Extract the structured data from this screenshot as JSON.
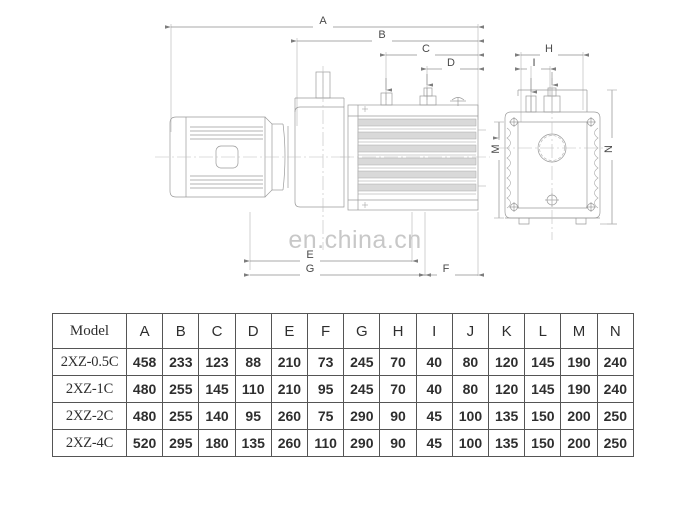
{
  "drawing": {
    "watermark": "en.china.cn",
    "side_view": {
      "name": "side-elevation",
      "dimension_labels": [
        "A",
        "B",
        "C",
        "D",
        "E",
        "F",
        "G"
      ]
    },
    "end_view": {
      "name": "end-elevation",
      "dimension_labels": [
        "H",
        "I",
        "M",
        "N"
      ]
    },
    "dimensions": {
      "A": "A",
      "B": "B",
      "C": "C",
      "D": "D",
      "E": "E",
      "F": "F",
      "G": "G",
      "H": "H",
      "I": "I",
      "M": "M",
      "N": "N"
    }
  },
  "table": {
    "model_header": "Model",
    "columns": [
      "A",
      "B",
      "C",
      "D",
      "E",
      "F",
      "G",
      "H",
      "I",
      "J",
      "K",
      "L",
      "M",
      "N"
    ],
    "rows": [
      {
        "model": "2XZ-0.5C",
        "values": [
          "458",
          "233",
          "123",
          "88",
          "210",
          "73",
          "245",
          "70",
          "40",
          "80",
          "120",
          "145",
          "190",
          "240"
        ]
      },
      {
        "model": "2XZ-1C",
        "values": [
          "480",
          "255",
          "145",
          "110",
          "210",
          "95",
          "245",
          "70",
          "40",
          "80",
          "120",
          "145",
          "190",
          "240"
        ]
      },
      {
        "model": "2XZ-2C",
        "values": [
          "480",
          "255",
          "140",
          "95",
          "260",
          "75",
          "290",
          "90",
          "45",
          "100",
          "135",
          "150",
          "200",
          "250"
        ]
      },
      {
        "model": "2XZ-4C",
        "values": [
          "520",
          "295",
          "180",
          "135",
          "260",
          "110",
          "290",
          "90",
          "45",
          "100",
          "135",
          "150",
          "200",
          "250"
        ]
      }
    ]
  },
  "colors": {
    "line": "#9a9a9a",
    "line_dark": "#6e6e6e",
    "fin_fill": "#d9d9d9",
    "table_border": "#555555",
    "text": "#2e2e2e",
    "watermark": "#c8c8c8"
  }
}
